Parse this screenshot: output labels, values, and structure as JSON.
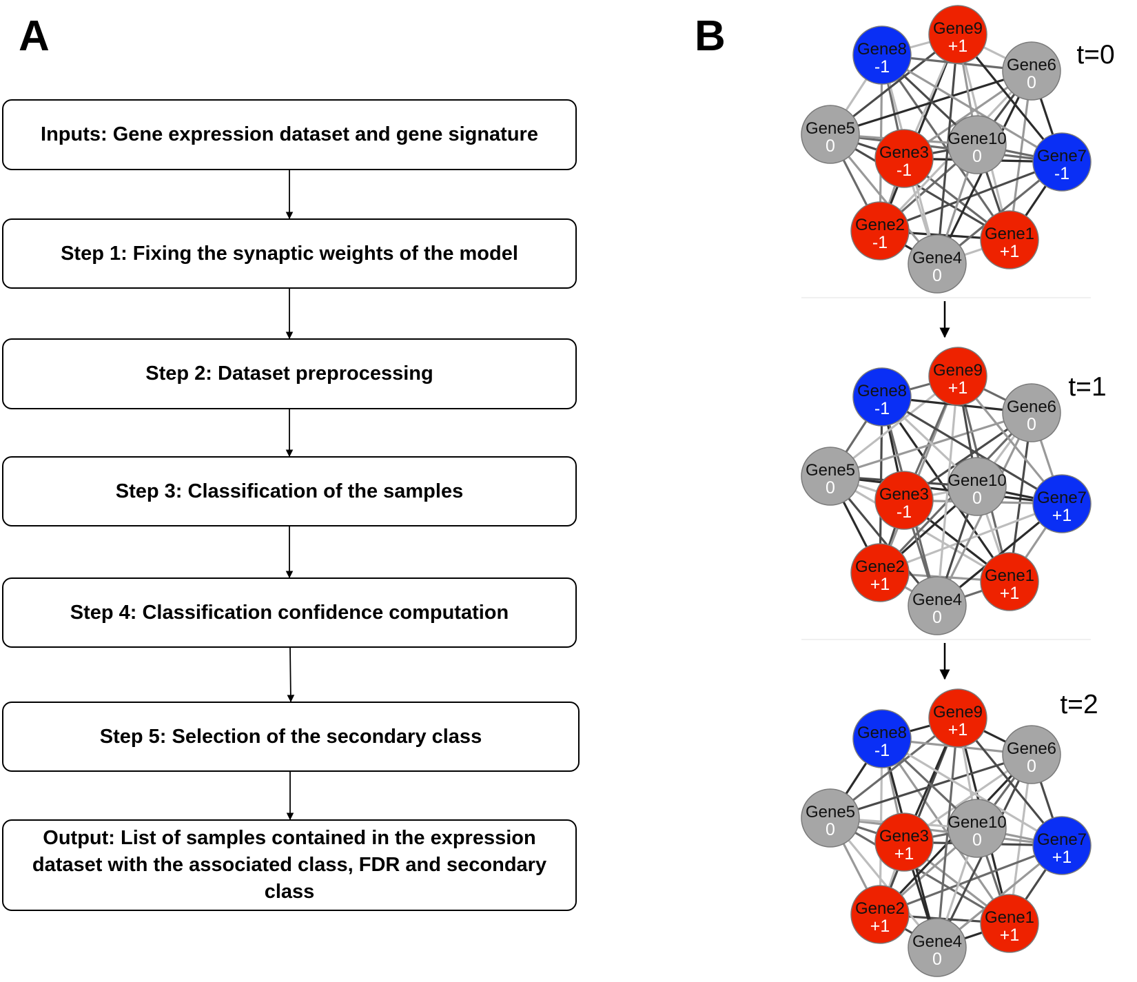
{
  "panel_a": {
    "letter": "A",
    "steps": [
      {
        "label": "Inputs: Gene expression dataset and gene signature"
      },
      {
        "label": "Step 1: Fixing the synaptic weights of the model"
      },
      {
        "label": "Step 2: Dataset preprocessing"
      },
      {
        "label": "Step 3: Classification of the samples"
      },
      {
        "label": "Step 4: Classification confidence computation"
      },
      {
        "label": "Step 5: Selection of the secondary class"
      },
      {
        "label": "Output: List of samples contained in the expression dataset with the associated class, FDR and secondary class"
      }
    ]
  },
  "panel_b": {
    "letter": "B",
    "colors": {
      "positive": "#ee2200",
      "negative": "#0a2ff5",
      "neutral": "#a6a6a6",
      "edge_dark": "#333333",
      "edge_light": "#b5b5b5"
    },
    "genes": [
      "Gene1",
      "Gene2",
      "Gene3",
      "Gene4",
      "Gene5",
      "Gene6",
      "Gene7",
      "Gene8",
      "Gene9",
      "Gene10"
    ],
    "states": [
      {
        "time_label": "t=0",
        "values": [
          "+1",
          "-1",
          "-1",
          "0",
          "0",
          "0",
          "-1",
          "-1",
          "+1",
          "0"
        ],
        "colors": [
          "positive",
          "positive",
          "positive",
          "neutral",
          "neutral",
          "neutral",
          "negative",
          "negative",
          "positive",
          "neutral"
        ]
      },
      {
        "time_label": "t=1",
        "values": [
          "+1",
          "+1",
          "-1",
          "0",
          "0",
          "0",
          "+1",
          "-1",
          "+1",
          "0"
        ],
        "colors": [
          "positive",
          "positive",
          "positive",
          "neutral",
          "neutral",
          "neutral",
          "negative",
          "negative",
          "positive",
          "neutral"
        ]
      },
      {
        "time_label": "t=2",
        "values": [
          "+1",
          "+1",
          "+1",
          "0",
          "0",
          "0",
          "+1",
          "-1",
          "+1",
          "0"
        ],
        "colors": [
          "positive",
          "positive",
          "positive",
          "neutral",
          "neutral",
          "neutral",
          "negative",
          "negative",
          "positive",
          "neutral"
        ]
      }
    ]
  }
}
